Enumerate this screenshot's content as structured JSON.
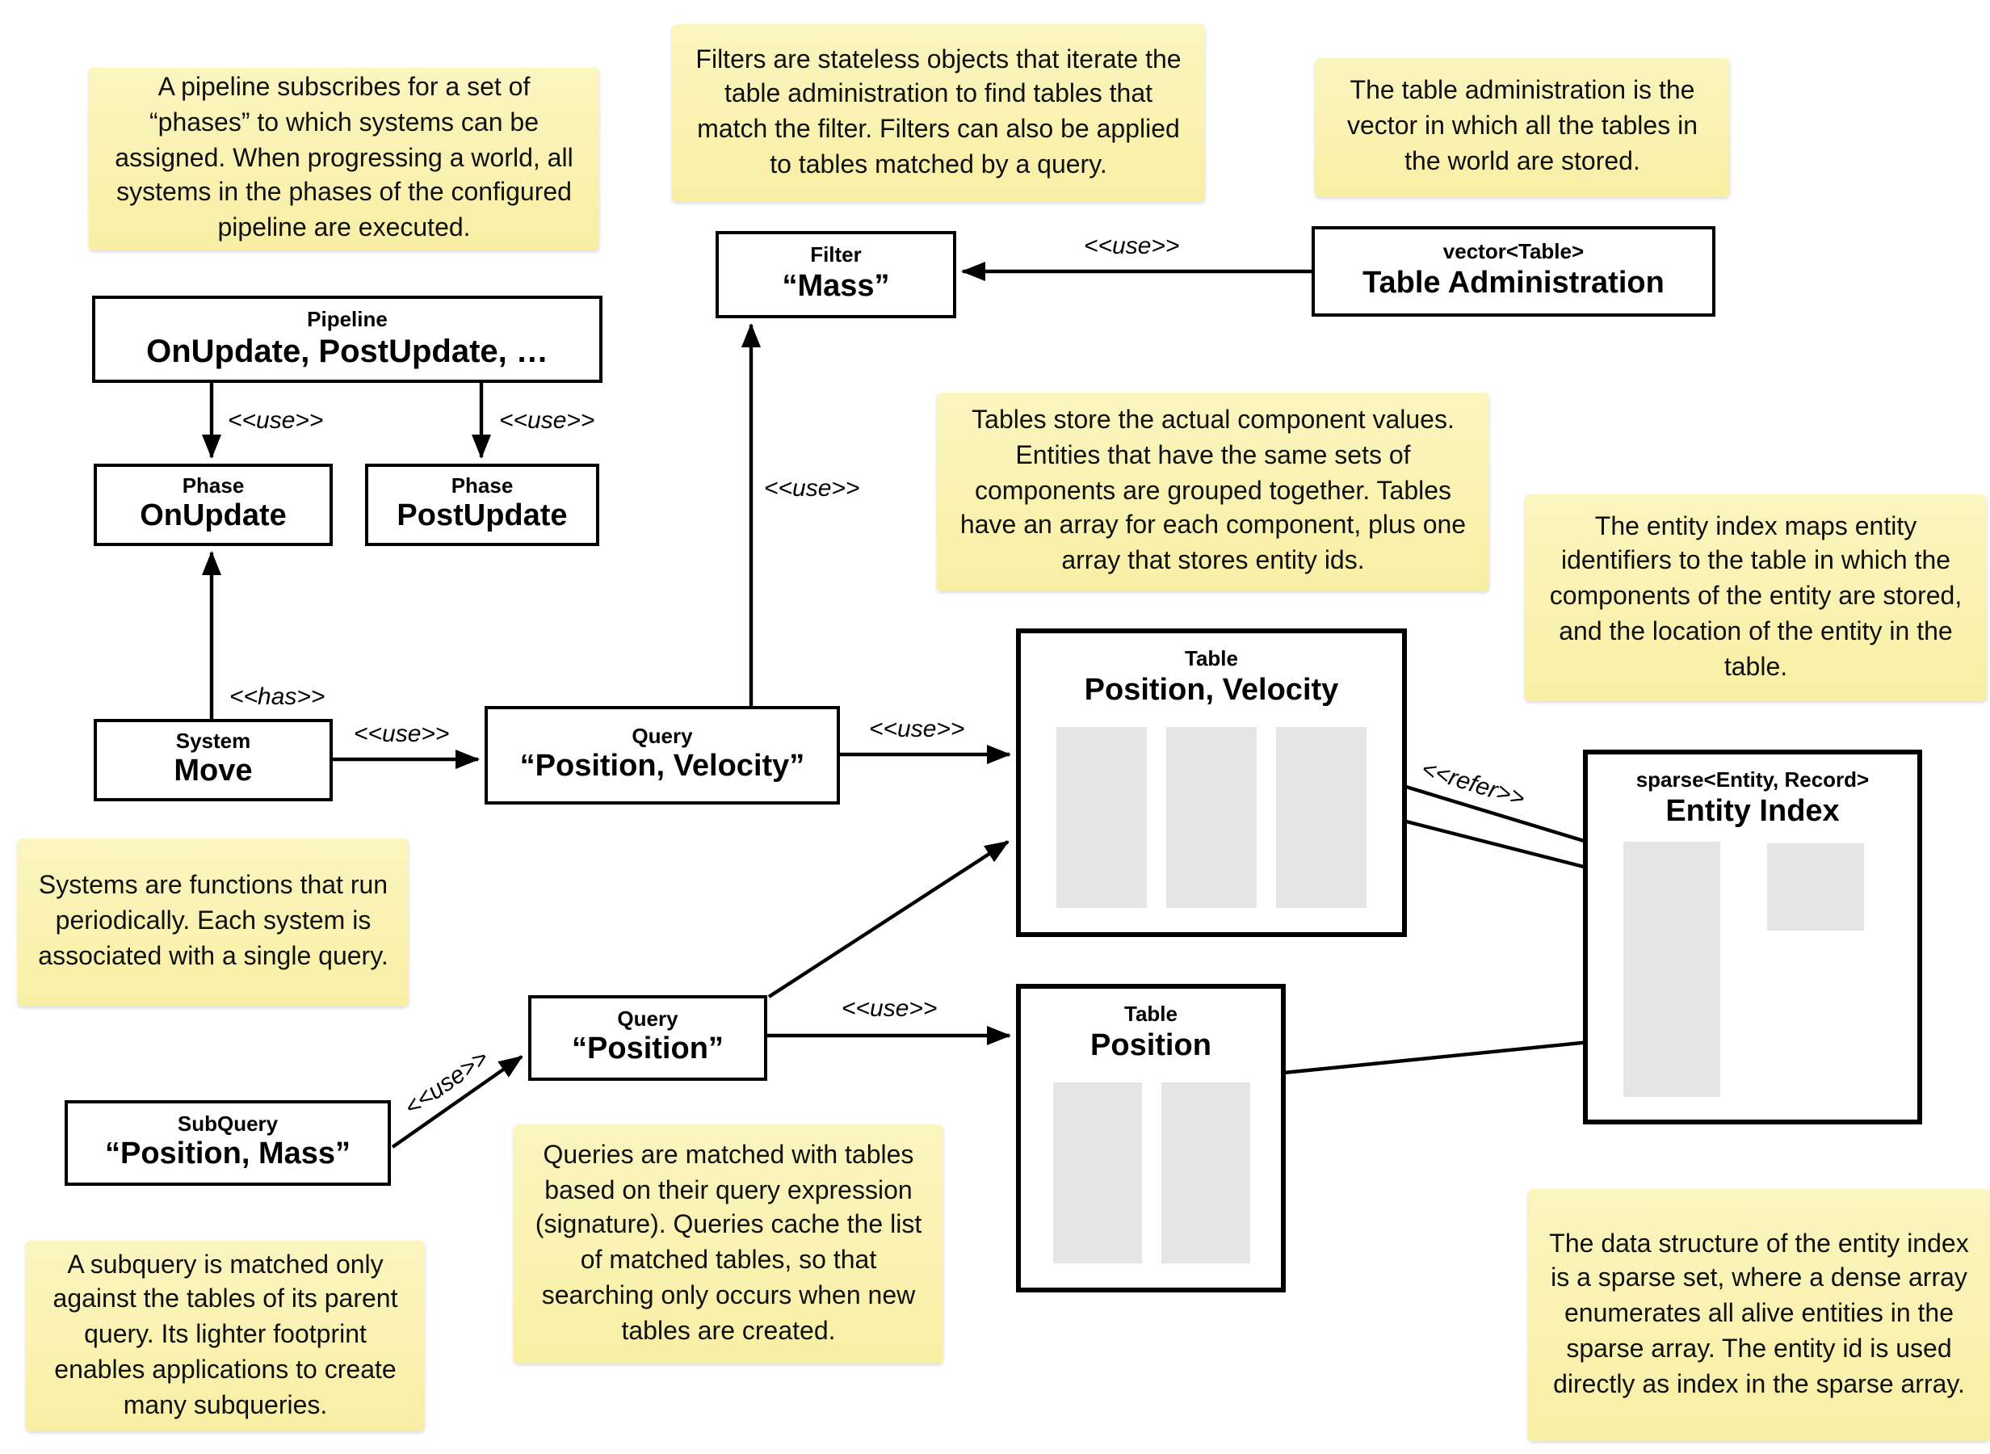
{
  "labels": {
    "use": "<<use>>",
    "has": "<<has>>",
    "refer": "<<refer>>"
  },
  "notes": {
    "pipeline": "A pipeline subscribes for a set of “phases” to which systems can be assigned. When progressing a world, all systems in the phases of the configured pipeline are executed.",
    "filters": "Filters are stateless objects that iterate the table administration to find tables that match the filter. Filters can also be applied to tables matched by a query.",
    "table_admin": "The table administration is the vector in which all the tables in the world are stored.",
    "tables": "Tables store the actual component values. Entities that have the same sets of components are grouped together. Tables have an array for each component, plus one array that stores entity ids.",
    "entity_index": "The entity index maps entity identifiers to the table in which the components of the entity are stored, and the location of the entity in the table.",
    "systems": "Systems are functions that run periodically. Each system is associated with a single query.",
    "queries": "Queries are matched with tables based on their query expression (signature). Queries cache the list of matched tables, so that searching only occurs when new tables are created.",
    "subquery": "A subquery is matched only against the tables of its parent query. Its lighter footprint enables applications to create many subqueries.",
    "sparse_set": "The data structure of the entity index is a sparse set, where a dense array enumerates all alive entities in the sparse array. The entity id is used directly as index in the sparse array."
  },
  "boxes": {
    "pipeline": {
      "type": "Pipeline",
      "name": "OnUpdate, PostUpdate, …"
    },
    "phase_on_update": {
      "type": "Phase",
      "name": "OnUpdate"
    },
    "phase_post_update": {
      "type": "Phase",
      "name": "PostUpdate"
    },
    "system_move": {
      "type": "System",
      "name": "Move"
    },
    "query_position_velocity": {
      "type": "Query",
      "name": "“Position, Velocity”"
    },
    "filter_mass": {
      "type": "Filter",
      "name": "“Mass”"
    },
    "table_administration": {
      "type": "vector<Table>",
      "name": "Table Administration"
    },
    "table_position_velocity": {
      "type": "Table",
      "name": "Position, Velocity"
    },
    "table_position": {
      "type": "Table",
      "name": "Position"
    },
    "query_position": {
      "type": "Query",
      "name": "“Position”"
    },
    "subquery_position_mass": {
      "type": "SubQuery",
      "name": "“Position, Mass”"
    },
    "entity_index": {
      "type": "sparse<Entity, Record>",
      "name": "Entity Index"
    }
  }
}
